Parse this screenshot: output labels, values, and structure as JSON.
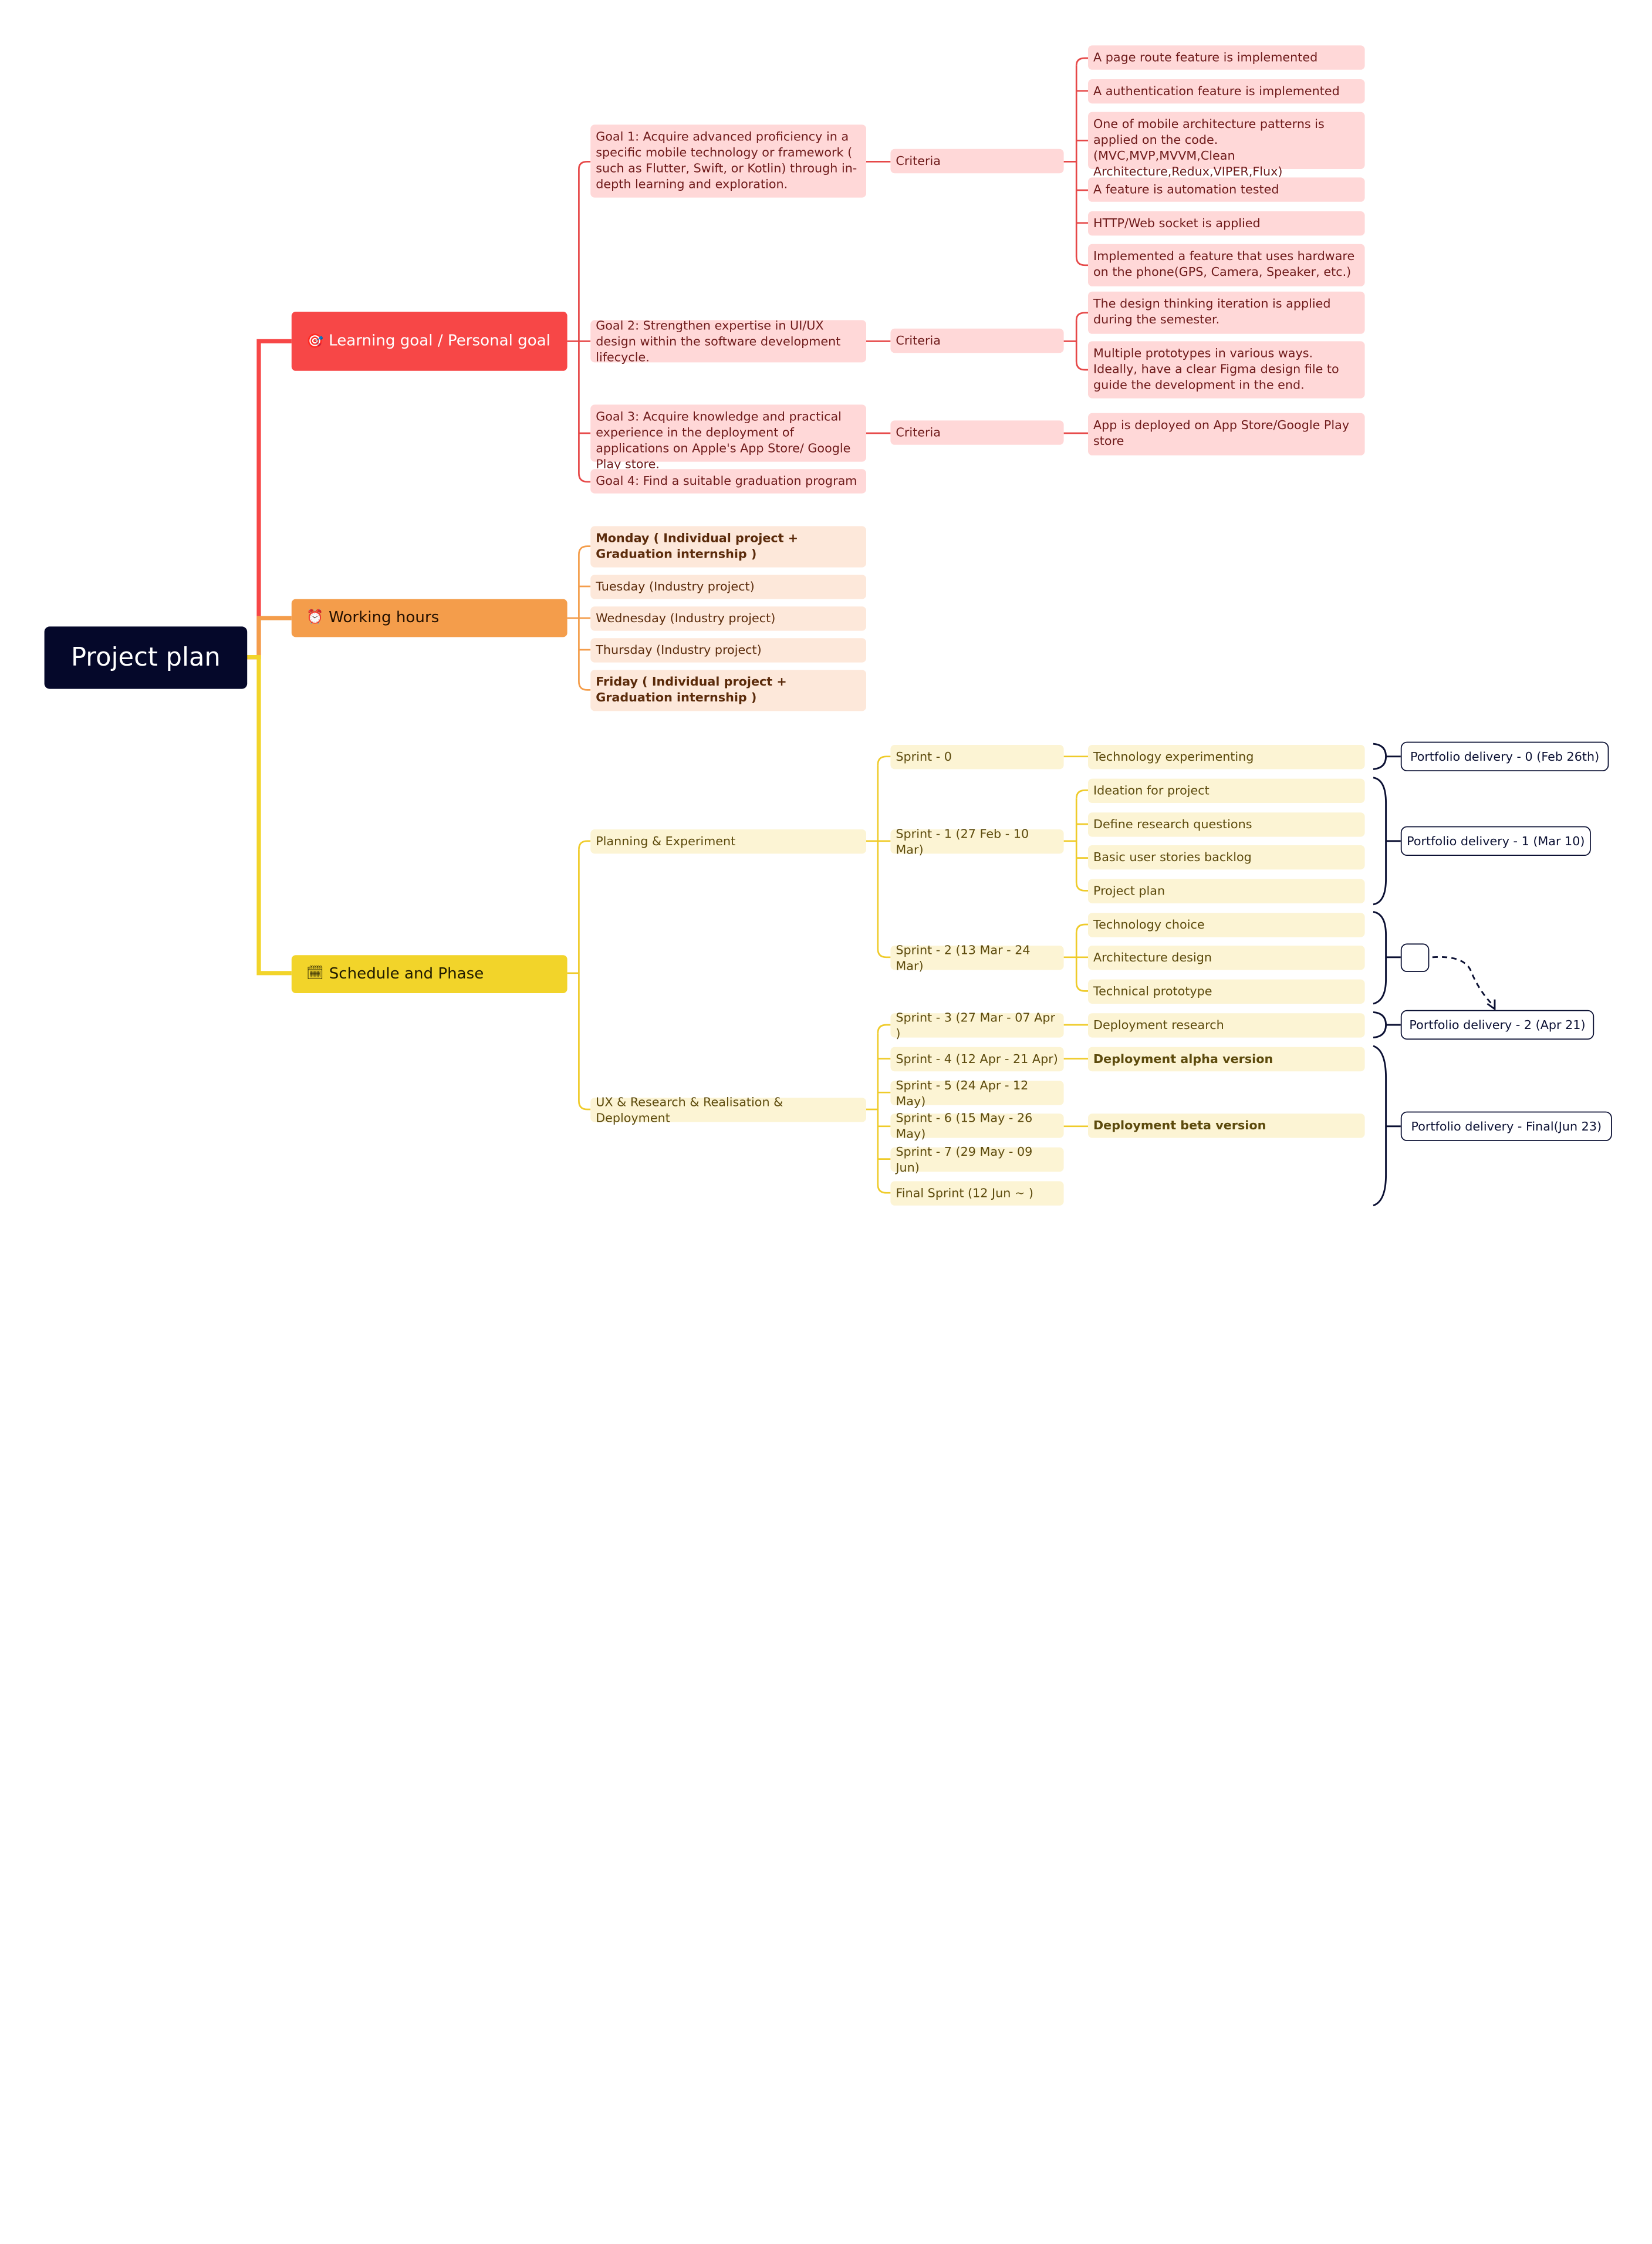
{
  "colors": {
    "root": "#05082a",
    "learning": "#f74747",
    "working": "#f49d4b",
    "schedule": "#f2d42a",
    "pink_node": "#ffd8d8",
    "peach_node": "#fde8da",
    "cream_node": "#fcf4d4",
    "bracket": "#0b1033"
  },
  "root": {
    "title": "Project plan"
  },
  "learning": {
    "icon": "target-icon",
    "label": "Learning goal / Personal goal",
    "goals": [
      {
        "text": "Goal 1: Acquire advanced proficiency in a specific mobile technology or framework ( such as Flutter, Swift, or Kotlin) through in-depth learning and exploration.",
        "criteria_label": "Criteria",
        "criteria": [
          "A page route feature is implemented",
          "A authentication feature is implemented",
          "One of mobile architecture patterns is applied on the code.(MVC,MVP,MVVM,Clean Architecture,Redux,VIPER,Flux)",
          "A feature is automation tested",
          "HTTP/Web socket is applied",
          "Implemented a feature that uses hardware on the phone(GPS, Camera, Speaker, etc.)"
        ]
      },
      {
        "text": "Goal 2: Strengthen expertise in UI/UX design within the software development lifecycle.",
        "criteria_label": "Criteria",
        "criteria": [
          "The design thinking iteration is applied during the semester.",
          "Multiple prototypes in various ways. Ideally, have a clear Figma design file to guide the development in the end."
        ]
      },
      {
        "text": "Goal 3: Acquire knowledge and practical experience in the deployment of applications on Apple's App Store/ Google Play store.",
        "criteria_label": "Criteria",
        "criteria": [
          "App is deployed on App Store/Google Play store"
        ]
      },
      {
        "text": "Goal 4: Find a suitable graduation program"
      }
    ]
  },
  "working": {
    "icon": "clock-icon",
    "label": "Working hours",
    "days": [
      "Monday ( Individual project + Graduation internship )",
      "Tuesday (Industry project)",
      "Wednesday (Industry project)",
      "Thursday (Industry project)",
      "Friday ( Individual project + Graduation internship )"
    ]
  },
  "schedule": {
    "icon": "calendar-icon",
    "label": "Schedule and Phase",
    "phases": [
      "Planning & Experiment",
      "UX & Research & Realisation & Deployment"
    ],
    "sprints": [
      "Sprint - 0",
      "Sprint - 1 (27 Feb - 10 Mar)",
      "Sprint - 2 (13 Mar - 24 Mar)",
      "Sprint - 3 (27 Mar - 07 Apr )",
      "Sprint - 4 (12 Apr - 21 Apr)",
      "Sprint - 5 (24 Apr - 12 May)",
      "Sprint - 6 (15 May - 26 May)",
      "Sprint - 7 (29 May - 09 Jun)",
      "Final Sprint (12 Jun ~ )"
    ],
    "tasks": {
      "sprint0": [
        "Technology experimenting"
      ],
      "sprint1": [
        "Ideation for project",
        "Define research questions",
        "Basic user stories backlog",
        "Project plan"
      ],
      "sprint2": [
        "Technology choice",
        "Architecture design",
        "Technical prototype"
      ],
      "sprint3": [
        "Deployment research"
      ],
      "sprint4": [
        "Deployment alpha version"
      ],
      "sprint6": [
        "Deployment beta version"
      ]
    },
    "portfolio": [
      "Portfolio delivery - 0 (Feb 26th)",
      "Portfolio delivery - 1 (Mar 10)",
      "",
      "Portfolio delivery - 2 (Apr 21)",
      "Portfolio delivery - Final(Jun 23)"
    ]
  }
}
